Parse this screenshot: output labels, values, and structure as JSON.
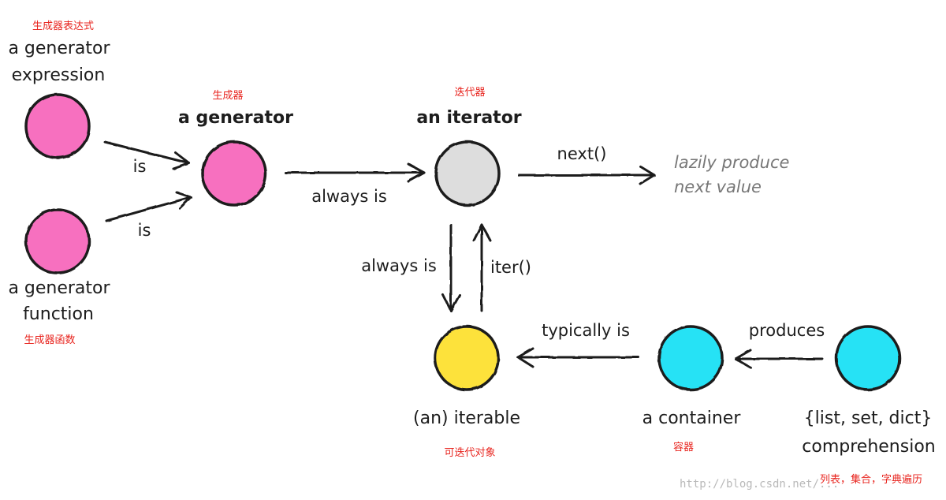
{
  "nodes": {
    "gen_expr": {
      "label_cn": "生成器表达式",
      "label_line1": "a generator",
      "label_line2": "expression",
      "color": "#f76fbf"
    },
    "gen_func": {
      "label_cn": "生成器函数",
      "label_line1": "a generator",
      "label_line2": "function",
      "color": "#f76fbf"
    },
    "generator": {
      "label_cn": "生成器",
      "label": "a generator",
      "color": "#f76fbf"
    },
    "iterator": {
      "label_cn": "迭代器",
      "label": "an iterator",
      "color": "#dddddd"
    },
    "iterable": {
      "label_cn": "可迭代对象",
      "label": "(an) iterable",
      "color": "#fde23a"
    },
    "container": {
      "label_cn": "容器",
      "label": "a container",
      "color": "#26e2f5"
    },
    "comprehension": {
      "label_cn": "列表，集合，字典遍历",
      "label_line1": "{list, set, dict}",
      "label_line2": "comprehension",
      "color": "#26e2f5"
    }
  },
  "edges": {
    "expr_is": "is",
    "func_is": "is",
    "gen_always_is": "always is",
    "next": "next()",
    "iter_always_is": "always is",
    "iter_call": "iter()",
    "typically_is": "typically is",
    "produces": "produces"
  },
  "note": {
    "line1": "lazily produce",
    "line2": "next value"
  },
  "watermark": "http://blog.csdn.net/..."
}
